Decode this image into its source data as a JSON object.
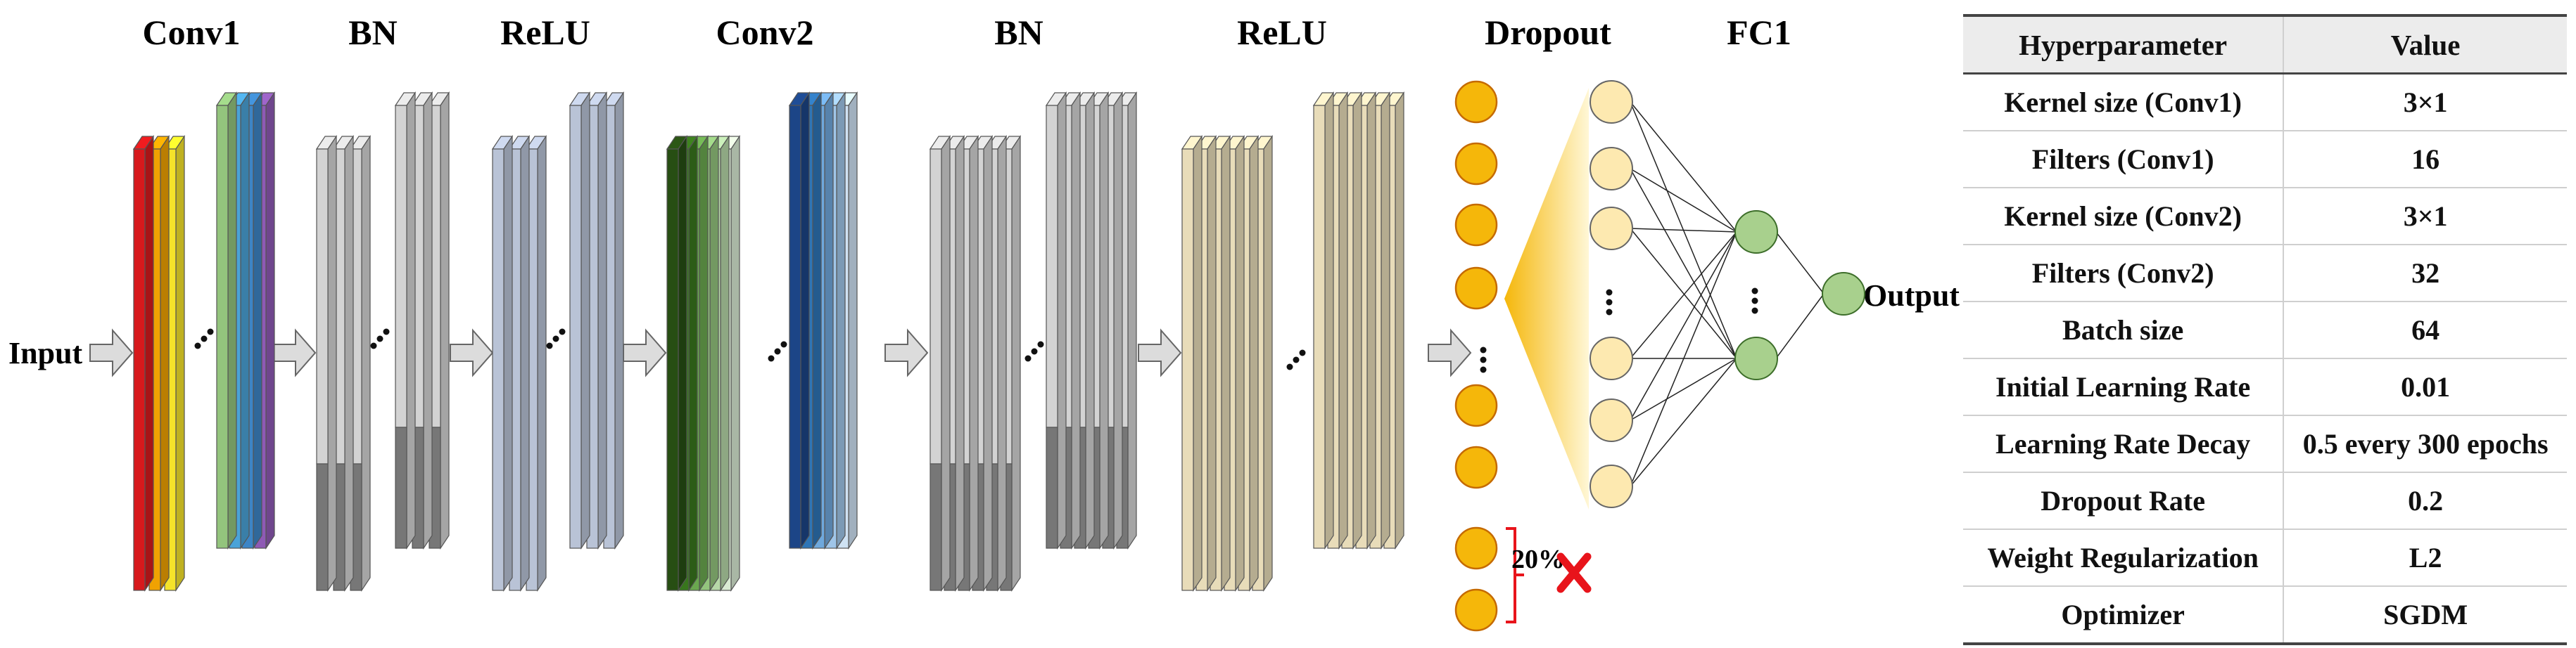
{
  "diagram": {
    "titles": {
      "conv1": "Conv1",
      "bn1": "BN",
      "relu1": "ReLU",
      "conv2": "Conv2",
      "bn2": "BN",
      "relu2": "ReLU",
      "dropout": "Dropout",
      "fc1": "FC1"
    },
    "input_label": "Input",
    "output_label": "Output",
    "dropout_label": "20%",
    "palette": {
      "conv1_front": [
        "#d7191c",
        "#f0a202",
        "#f5e32a"
      ],
      "conv1_back": [
        "#93c47d",
        "#4aa3d8",
        "#3d85c6",
        "#8e5ab5"
      ],
      "bn_light": "#d3d3d3",
      "bn_dark": "#777777",
      "relu1": "#b9c3d6",
      "conv2_front": [
        "#274e13",
        "#38761d",
        "#6aa84f",
        "#93c47d",
        "#b6d7a8",
        "#d9ead3"
      ],
      "conv2_back": [
        "#1c4587",
        "#2e75b6",
        "#6fa8dc",
        "#9fc5e8",
        "#cfe2f3"
      ],
      "relu2": "#e8dcb9",
      "dropout_node": "#f5b70a",
      "fc_input_node": "#fde9b0",
      "fc_node": "#a8d08d",
      "cross": "#e8141b"
    }
  },
  "table": {
    "headers": [
      "Hyperparameter",
      "Value"
    ],
    "rows": [
      [
        "Kernel size (Conv1)",
        "3×1"
      ],
      [
        "Filters (Conv1)",
        "16"
      ],
      [
        "Kernel size (Conv2)",
        "3×1"
      ],
      [
        "Filters (Conv2)",
        "32"
      ],
      [
        "Batch size",
        "64"
      ],
      [
        "Initial Learning Rate",
        "0.01"
      ],
      [
        "Learning Rate Decay",
        "0.5 every 300 epochs"
      ],
      [
        "Dropout Rate",
        "0.2"
      ],
      [
        "Weight Regularization",
        "L2"
      ],
      [
        "Optimizer",
        "SGDM"
      ]
    ]
  }
}
